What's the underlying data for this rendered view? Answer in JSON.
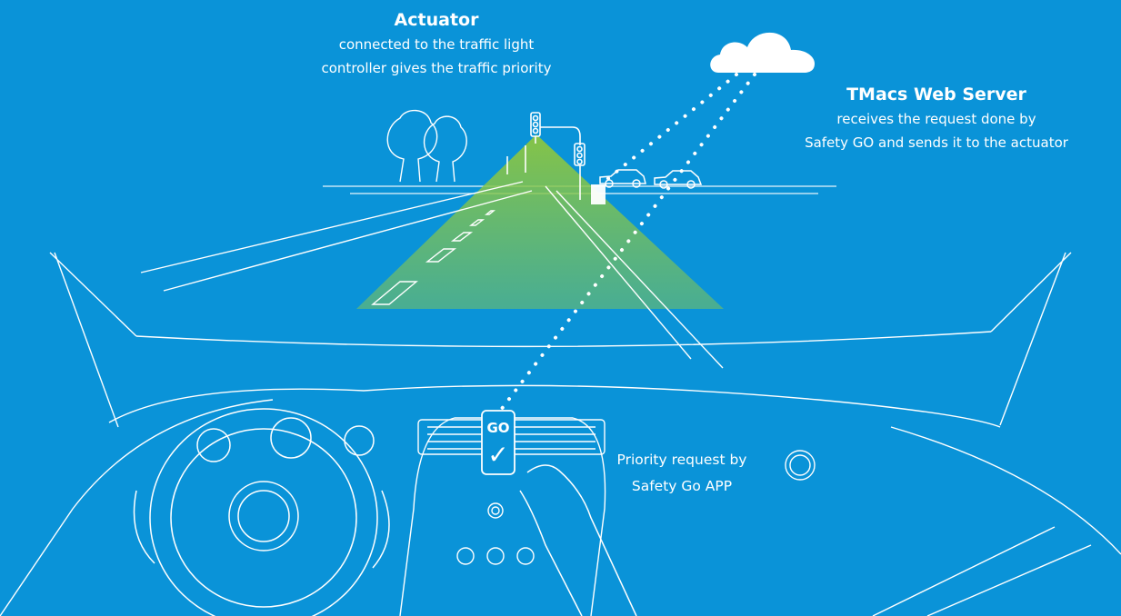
{
  "actuator": {
    "title": "Actuator",
    "line1": "connected to the traffic light",
    "line2": "controller gives the traffic priority"
  },
  "server": {
    "title": "TMacs Web Server",
    "line1": "receives the request done by",
    "line2": "Safety GO and sends it to the actuator"
  },
  "app": {
    "line1": "Priority request by",
    "line2": "Safety Go APP"
  },
  "phone": {
    "label": "GO",
    "check": "✓"
  },
  "colors": {
    "background": "#0a93d8",
    "lines": "#ffffff",
    "beam": "#6dbd3a"
  },
  "icons": [
    "cloud-icon",
    "traffic-light-icon",
    "car-icon",
    "smartphone-icon",
    "steering-wheel-icon",
    "hand-icon"
  ]
}
